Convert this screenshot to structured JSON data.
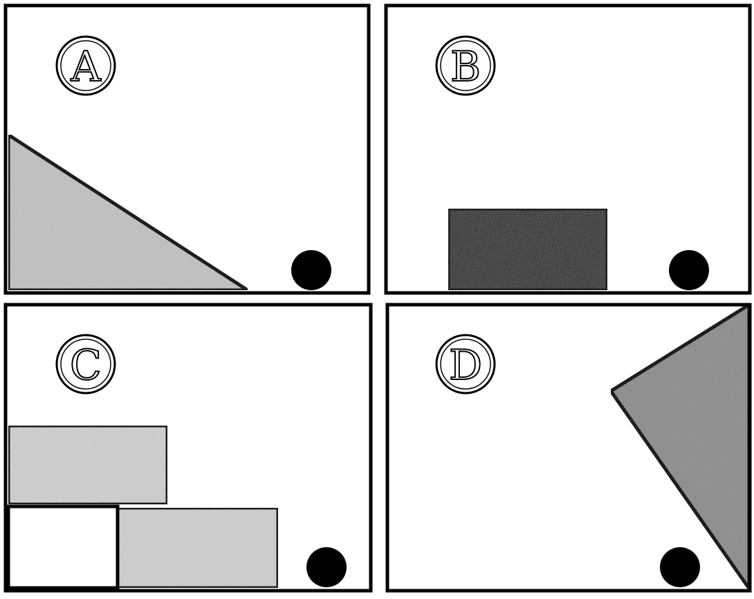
{
  "panels": [
    {
      "id": "A",
      "label": "A",
      "shape": "right-triangle",
      "shade": "light"
    },
    {
      "id": "B",
      "label": "B",
      "shape": "rectangle",
      "shade": "dark"
    },
    {
      "id": "C",
      "label": "C",
      "shape": "two-stacked-blocks",
      "shade": "light"
    },
    {
      "id": "D",
      "label": "D",
      "shape": "wedge-triangle",
      "shade": "medium"
    }
  ],
  "colors": {
    "ink": "#000000",
    "paper": "#ffffff",
    "shade_light": "#b8b8b8",
    "shade_medium": "#8a8a8a",
    "shade_dark": "#555555"
  }
}
